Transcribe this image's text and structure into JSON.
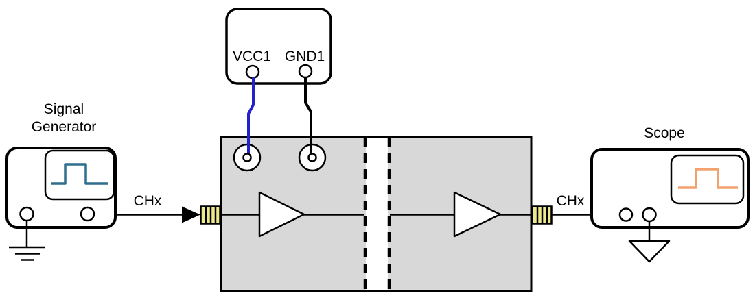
{
  "diagram": {
    "power_supply": {
      "vcc_label": "VCC1",
      "gnd_label": "GND1"
    },
    "signal_generator": {
      "label": "Signal Generator"
    },
    "scope": {
      "label": "Scope"
    },
    "connections": {
      "input_channel_label": "CHx",
      "output_channel_label": "CHx"
    }
  },
  "colors": {
    "vcc_wire": "#2222CC",
    "gnd_wire": "#000000",
    "device_fill": "#D8D8D8",
    "connector_fill": "#EDE98C",
    "generator_waveform": "#2F6F8E",
    "scope_waveform": "#F2A26E"
  },
  "icons": {
    "generator_screen": "pulse-waveform-icon",
    "scope_screen": "pulse-waveform-icon",
    "signal_flow": "arrow-right-icon",
    "generator_ground": "earth-ground-icon",
    "scope_ground": "chassis-ground-icon"
  }
}
